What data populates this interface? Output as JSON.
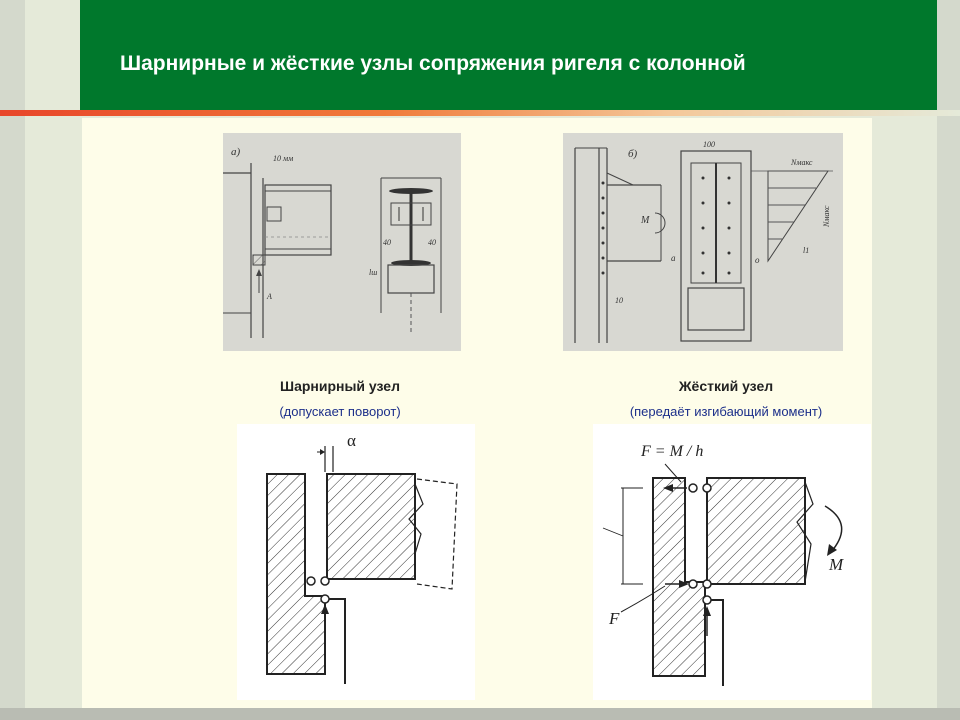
{
  "slide": {
    "title": "Шарнирные и жёсткие узлы сопряжения ригеля с колонной"
  },
  "hinged": {
    "title": "Шарнирный узел",
    "subtitle": "(допускает поворот)",
    "drawing": {
      "panel_label": "а)",
      "gap_label": "10 мм",
      "dim_40": "40",
      "dim_lw": "lш",
      "arrow_label": "А"
    },
    "scheme": {
      "angle_label": "α"
    }
  },
  "rigid": {
    "title": "Жёсткий узел",
    "subtitle": "(передаёт изгибающий момент)",
    "drawing": {
      "panel_label": "б)",
      "dim_100": "100",
      "n_max": "Nмакс",
      "n_max_vert": "Nмакс",
      "moment": "М",
      "point_a": "а",
      "point_o": "о",
      "dim_10": "10",
      "dim_l1": "l1"
    },
    "scheme": {
      "force_formula": "F = M / h",
      "height": "h",
      "moment": "M",
      "force": "F"
    }
  },
  "colors": {
    "header": "#00782c",
    "accent": "#e8462a",
    "subtitle": "#1c2f8a"
  }
}
